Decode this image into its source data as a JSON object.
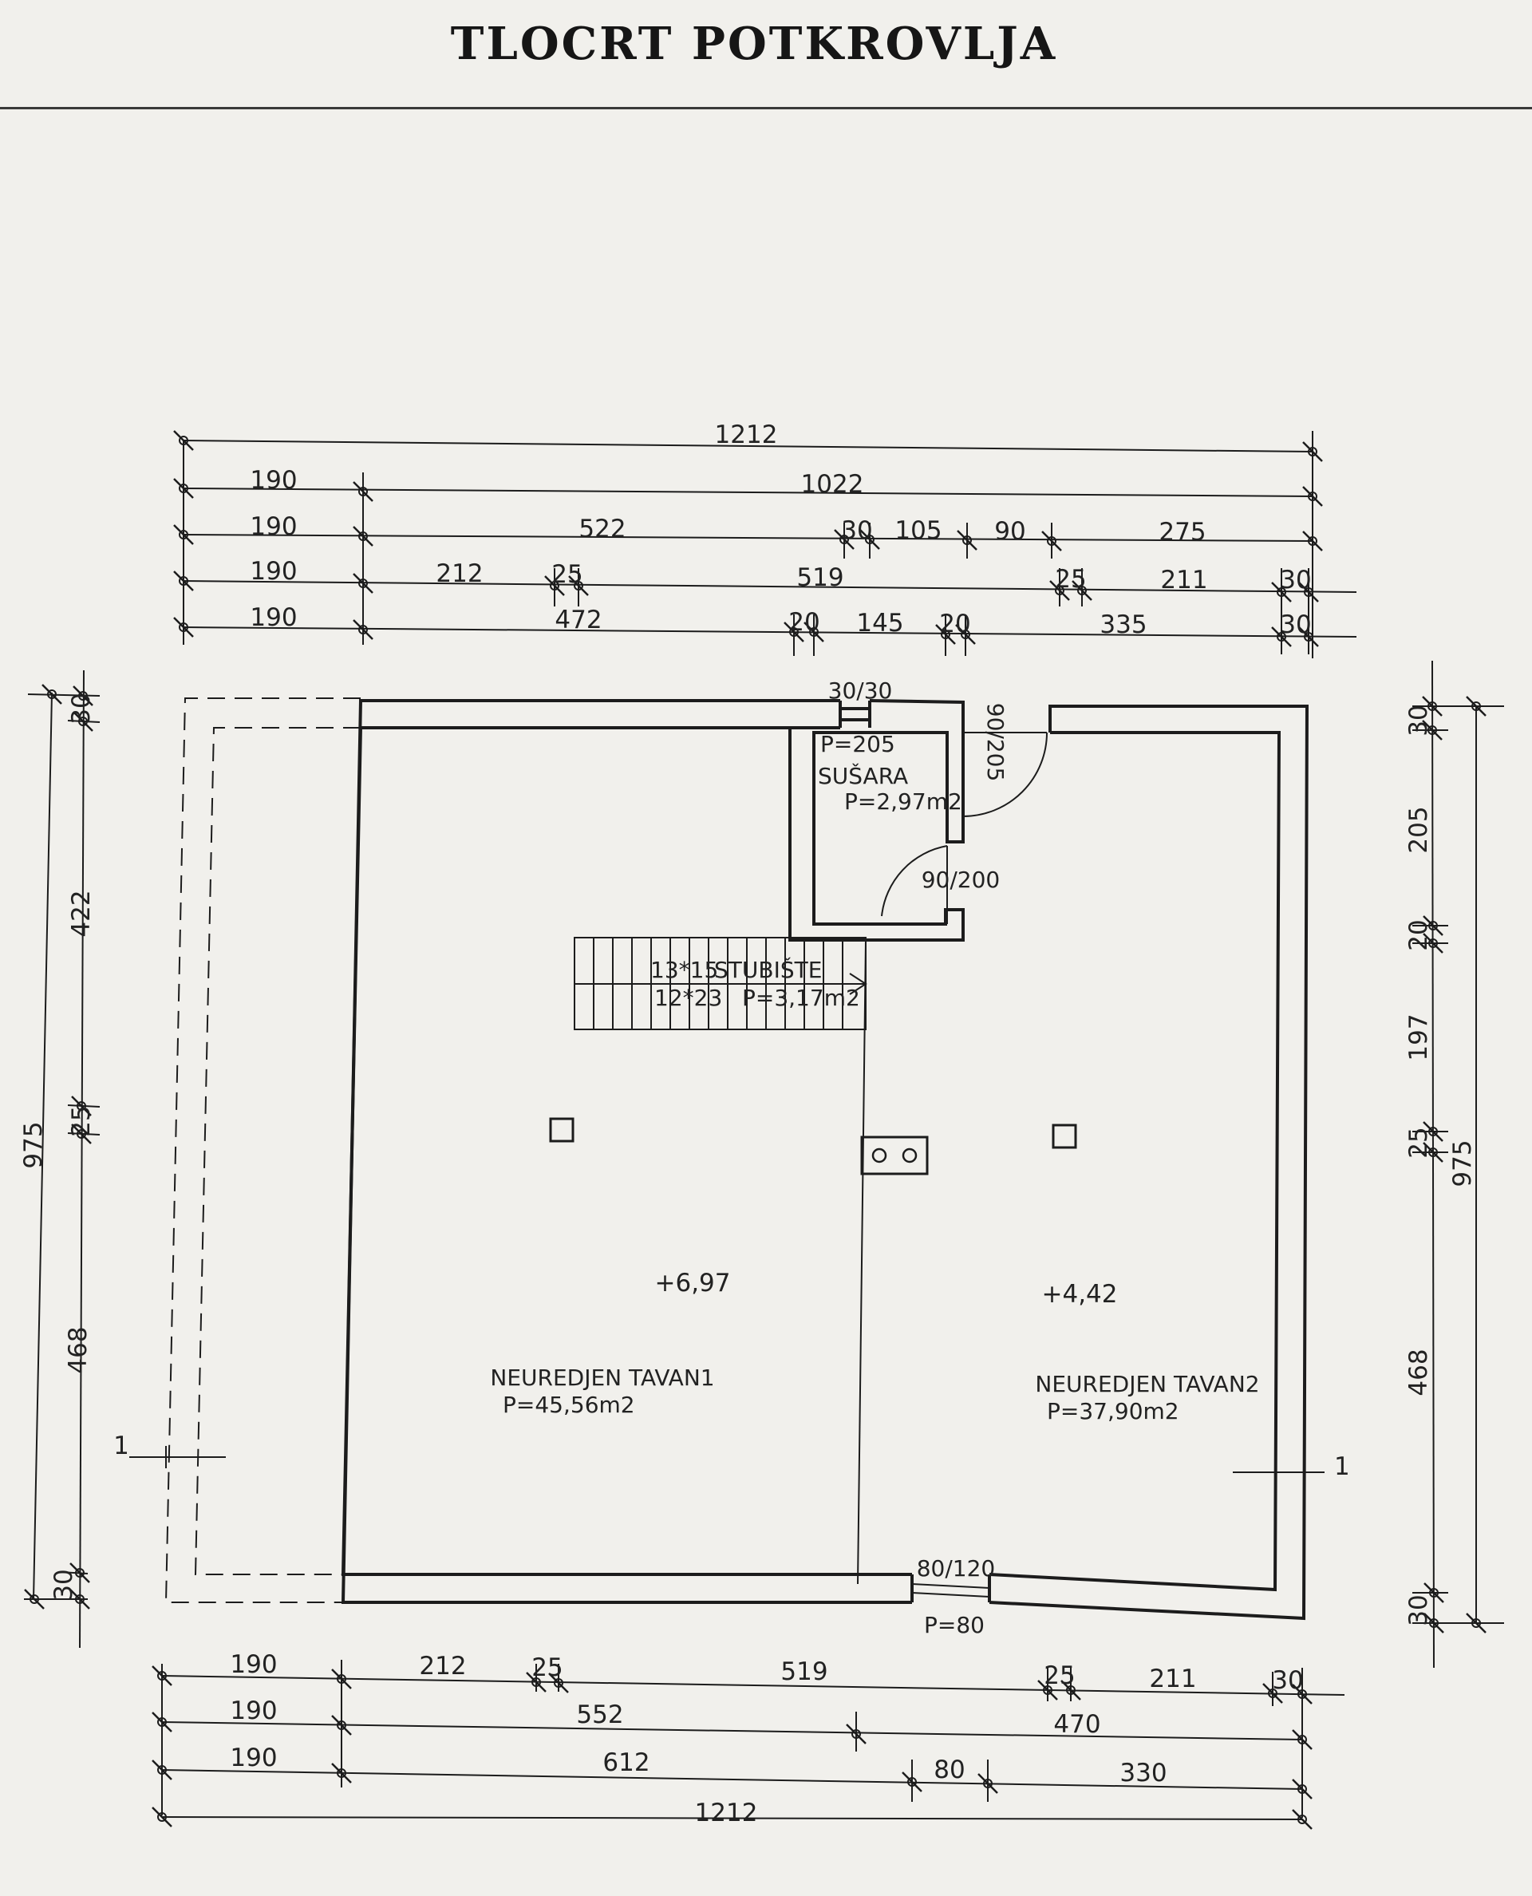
{
  "title": "TLOCRT POTKROVLJA",
  "colors": {
    "background": "#f1f0ec",
    "ink": "#1c1c1c"
  },
  "top_dims": {
    "r1": [
      "1212"
    ],
    "r2": [
      "190",
      "1022"
    ],
    "r3": [
      "190",
      "522",
      "30",
      "105",
      "90",
      "275"
    ],
    "r4": [
      "190",
      "212",
      "25",
      "519",
      "25",
      "211",
      "30"
    ],
    "r5": [
      "190",
      "472",
      "20",
      "145",
      "20",
      "335",
      "30"
    ]
  },
  "bottom_dims": {
    "r1": [
      "190",
      "212",
      "25",
      "519",
      "25",
      "211",
      "30"
    ],
    "r2": [
      "190",
      "552",
      "470"
    ],
    "r3": [
      "190",
      "612",
      "80",
      "330"
    ],
    "r4": [
      "1212"
    ]
  },
  "left_dims": [
    "975",
    "30",
    "422",
    "25",
    "468",
    "30"
  ],
  "right_dims": [
    "30",
    "205",
    "20",
    "197",
    "25",
    "468",
    "30",
    "975"
  ],
  "rooms": {
    "dryer": {
      "name": "SUŠARA",
      "area": "P=2,97m2",
      "window_height": "P=205"
    },
    "stairs": {
      "name": "STUBIŠTE",
      "steps_top": "13*15",
      "steps_bottom": "12*23",
      "area": "P=3,17m2"
    },
    "attic1": {
      "name": "NEUREDJEN TAVAN1",
      "area": "P=45,56m2",
      "level": "+6,97"
    },
    "attic2": {
      "name": "NEUREDJEN TAVAN2",
      "area": "P=37,90m2",
      "level": "+4,42"
    }
  },
  "openings": {
    "dryer_window": "30/30",
    "dryer_door_top": "90/205",
    "dryer_door_bottom": "90/200",
    "bottom_window": "80/120",
    "bottom_window_height": "P=80"
  },
  "section_marks": [
    "1",
    "1"
  ]
}
